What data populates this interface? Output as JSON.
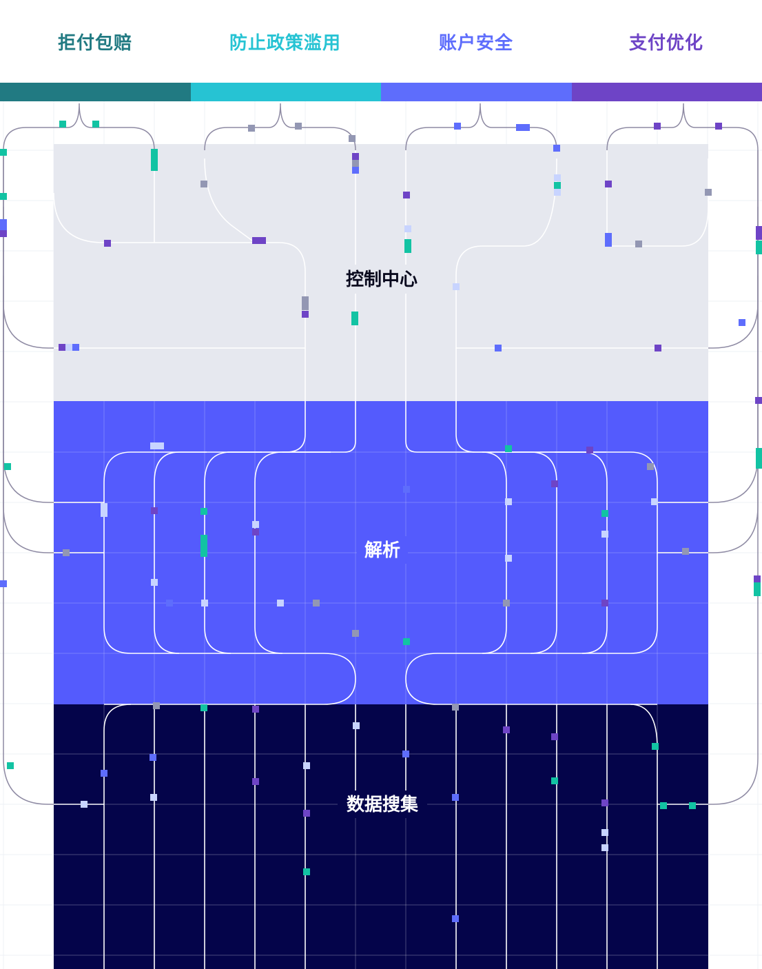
{
  "header": {
    "categories": [
      {
        "label": "拒付包赔",
        "color": "#217a82"
      },
      {
        "label": "防止政策滥用",
        "color": "#26c3d3"
      },
      {
        "label": "账户安全",
        "color": "#5e6dfc"
      },
      {
        "label": "支付优化",
        "color": "#6e44c6"
      }
    ]
  },
  "layers": {
    "control": {
      "label": "控制中心",
      "color": "#e6e8ef",
      "text_color": "#0a0a1e"
    },
    "analysis": {
      "label": "解析",
      "color": "#545bfd",
      "text_color": "#ffffff"
    },
    "collection": {
      "label": "数据搜集",
      "color": "#04044a",
      "text_color": "#ffffff"
    }
  },
  "colors": {
    "page_background": "#ffffff",
    "grid_line": "#eef0f5",
    "connector_outer": "#8e8aa3",
    "connector_inner": "#ffffff",
    "packet_teal": "#12c3a3",
    "packet_purple": "#6e44c6",
    "packet_blue": "#5e6dfc",
    "packet_gray": "#9397b3",
    "packet_light": "#c8d4ff"
  }
}
